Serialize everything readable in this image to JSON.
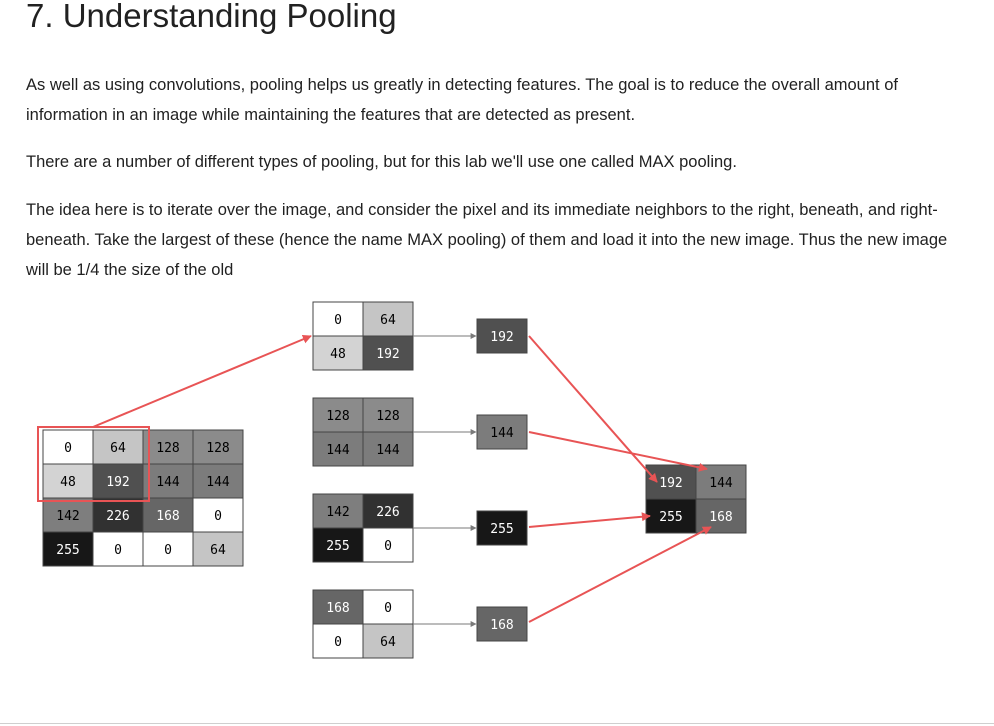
{
  "heading": "7. Understanding Pooling",
  "paragraphs": [
    "As well as using convolutions, pooling helps us greatly in detecting features. The goal is to reduce the overall amount of information in an image while maintaining the features that are detected as present.",
    "There are a number of different types of pooling, but for this lab we'll use one called MAX pooling.",
    "The idea here is to iterate over the image, and consider the pixel and its immediate neighbors to the right, beneath, and right-beneath. Take the largest of these (hence the name MAX pooling) of them and load it into the new image. Thus the new image will be 1/4 the size of the old"
  ],
  "figure": {
    "input_grid": [
      [
        "0",
        "64",
        "128",
        "128"
      ],
      [
        "48",
        "192",
        "144",
        "144"
      ],
      [
        "142",
        "226",
        "168",
        "0"
      ],
      [
        "255",
        "0",
        "0",
        "64"
      ]
    ],
    "windows": [
      [
        [
          "0",
          "64"
        ],
        [
          "48",
          "192"
        ]
      ],
      [
        [
          "128",
          "128"
        ],
        [
          "144",
          "144"
        ]
      ],
      [
        [
          "142",
          "226"
        ],
        [
          "255",
          "0"
        ]
      ],
      [
        [
          "168",
          "0"
        ],
        [
          "0",
          "64"
        ]
      ]
    ],
    "maxima": [
      "192",
      "144",
      "255",
      "168"
    ],
    "output_grid": [
      [
        "192",
        "144"
      ],
      [
        "255",
        "168"
      ]
    ],
    "colors": {
      "arrow": "#e85455",
      "border": "#444444",
      "connector": "#7a7a7a"
    }
  }
}
